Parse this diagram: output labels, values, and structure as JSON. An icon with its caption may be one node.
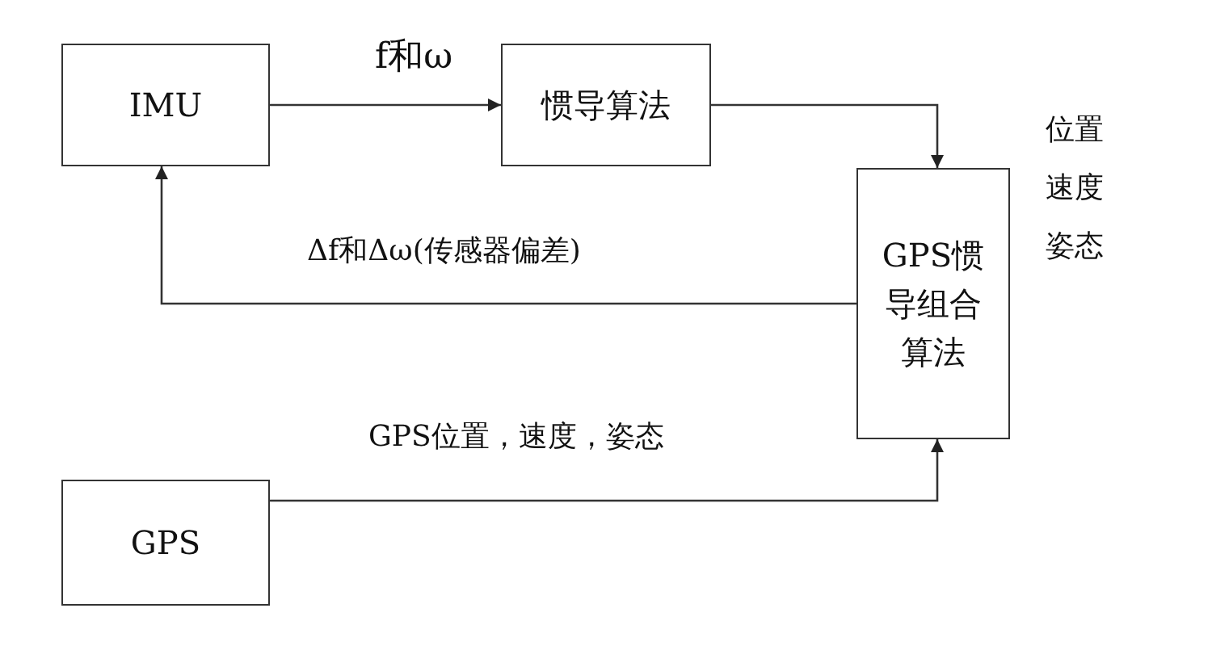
{
  "diagram": {
    "nodes": [
      {
        "text": [
          "IMU"
        ]
      },
      {
        "text": [
          "惯导算法"
        ]
      },
      {
        "text": [
          "GPS惯导组合算法"
        ]
      },
      {
        "text": [
          "GPS"
        ]
      }
    ],
    "edges": [
      {
        "from": 0,
        "to": 1,
        "arrow": "to",
        "label": "f和ω"
      },
      {
        "from": 1,
        "to": 2,
        "arrow": "to"
      },
      {
        "from": 2,
        "to": 0,
        "arrow": "to",
        "label": "Δf和Δω(传感器偏差)"
      },
      {
        "from": 3,
        "to": 2,
        "arrow": "to",
        "label": "GPS位置，速度，姿态"
      }
    ],
    "labels": [
      "位置",
      "速度",
      "姿态"
    ]
  }
}
